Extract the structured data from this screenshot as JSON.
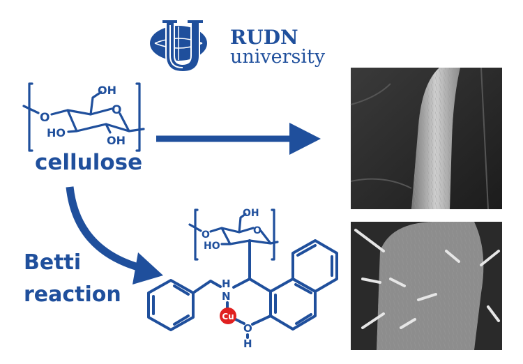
{
  "logo": {
    "name": "RUDN",
    "subtitle": "university"
  },
  "reactant": {
    "name": "cellulose",
    "labels": {
      "oh_top": "OH",
      "ho": "HO",
      "oh_bottom": "OH",
      "o_ring": "O",
      "o_link": "O"
    }
  },
  "reaction": {
    "line1": "Betti",
    "line2": "reaction"
  },
  "product": {
    "labels": {
      "oh_top": "OH",
      "ho": "HO",
      "o_ring": "O",
      "o_link": "O",
      "n": "N",
      "nh": "H",
      "o_phenol": "O",
      "oh_h": "H",
      "metal": "Cu"
    }
  },
  "images": [
    {
      "name": "sem-cellulose-fiber"
    },
    {
      "name": "sem-modified-fiber"
    }
  ],
  "colors": {
    "brand": "#1f4f9c",
    "copper": "#e02020"
  }
}
